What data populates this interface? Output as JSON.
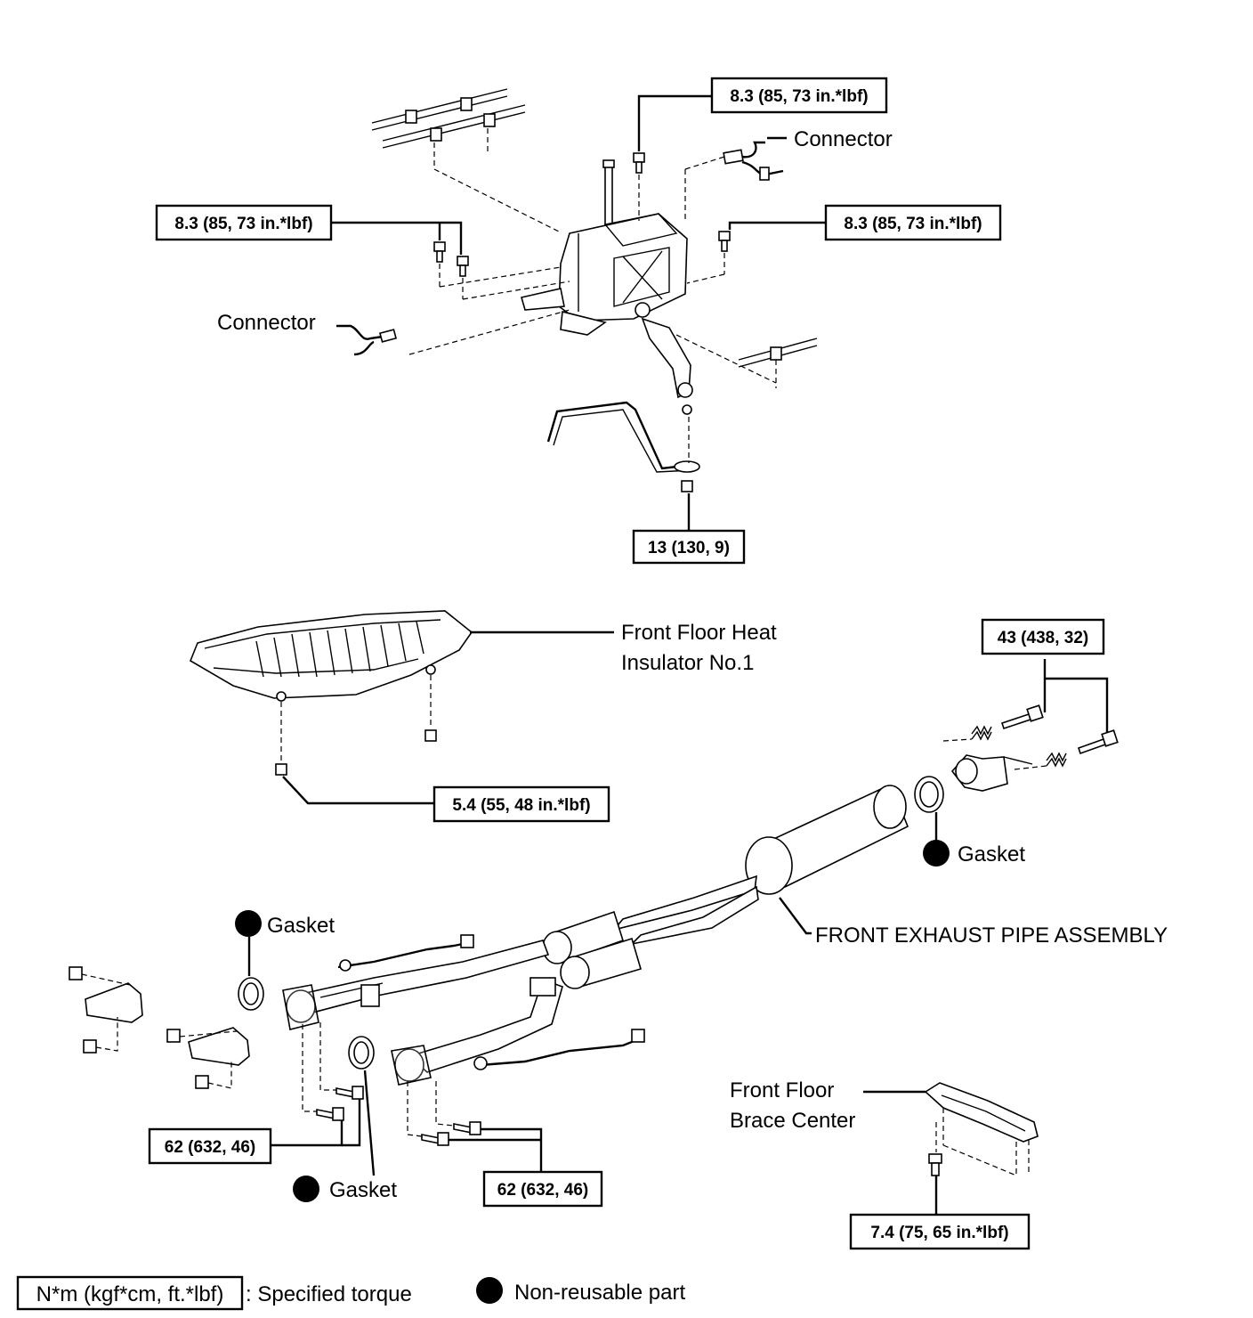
{
  "torque_labels": {
    "shift_top": "8.3 (85, 73 in.*lbf)",
    "shift_left": "8.3 (85, 73 in.*lbf)",
    "shift_right": "8.3 (85, 73 in.*lbf)",
    "shift_rod_nut": "13 (130, 9)",
    "heat_insulator_nut": "5.4 (55, 48 in.*lbf)",
    "rear_flange_bolt": "43 (438, 32)",
    "manifold_left": "62 (632, 46)",
    "manifold_right": "62 (632, 46)",
    "brace_bolt": "7.4 (75, 65  in.*lbf)"
  },
  "part_labels": {
    "connector_top": "Connector",
    "connector_left": "Connector",
    "heat_insulator_line1": "Front Floor Heat",
    "heat_insulator_line2": "Insulator No.1",
    "gasket_rear": "Gasket",
    "gasket_left_top": "Gasket",
    "gasket_left_bottom": "Gasket",
    "front_exhaust_pipe": "FRONT EXHAUST PIPE ASSEMBLY",
    "brace_line1": "Front Floor",
    "brace_line2": "Brace Center"
  },
  "legend": {
    "torque_box": "N*m (kgf*cm, ft.*lbf)",
    "torque_desc": ": Specified torque",
    "nonreusable_desc": "Non-reusable part"
  }
}
